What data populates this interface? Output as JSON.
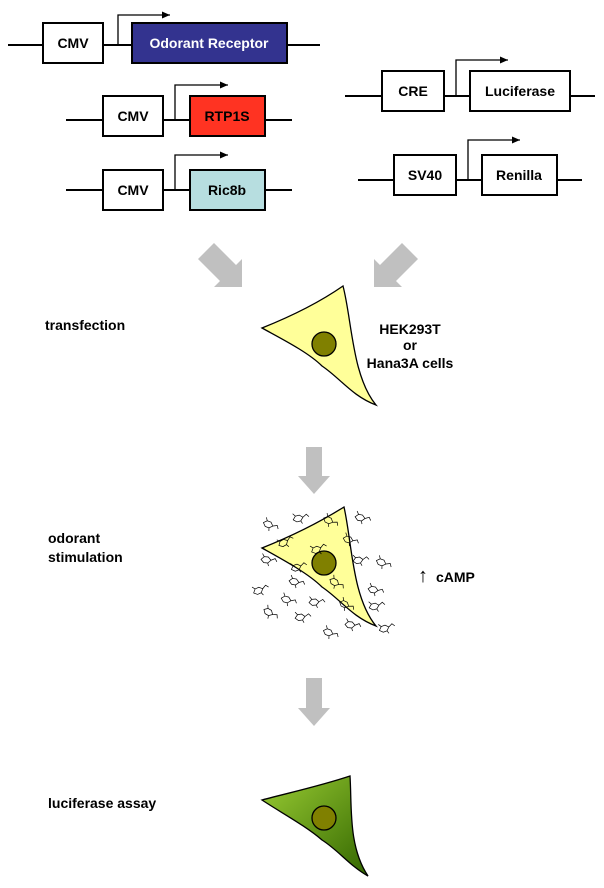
{
  "constructs": {
    "or": {
      "promoter": "CMV",
      "gene": "Odorant Receptor",
      "gene_fill": "#33338f",
      "gene_text_color": "#ffffff"
    },
    "rtp1s": {
      "promoter": "CMV",
      "gene": "RTP1S",
      "gene_fill": "#ff3322",
      "gene_text_color": "#000000"
    },
    "ric8b": {
      "promoter": "CMV",
      "gene": "Ric8b",
      "gene_fill": "#b7dee0",
      "gene_text_color": "#000000"
    },
    "cre": {
      "promoter": "CRE",
      "gene": "Luciferase",
      "gene_fill": "#ffffff",
      "gene_text_color": "#000000"
    },
    "sv40": {
      "promoter": "SV40",
      "gene": "Renilla",
      "gene_fill": "#ffffff",
      "gene_text_color": "#000000"
    }
  },
  "steps": {
    "transfection": "transfection",
    "stimulation_line1": "odorant",
    "stimulation_line2": "stimulation",
    "assay": "luciferase assay"
  },
  "cells": {
    "line1": "HEK293T",
    "line2": "or",
    "line3": "Hana3A cells",
    "camp_arrow": "↑",
    "camp": "cAMP"
  },
  "colors": {
    "cell_fill": "#ffff99",
    "nucleus_fill": "#808000",
    "assay_cell_fill": "#669922",
    "arrow_gray": "#c0c0c0"
  }
}
